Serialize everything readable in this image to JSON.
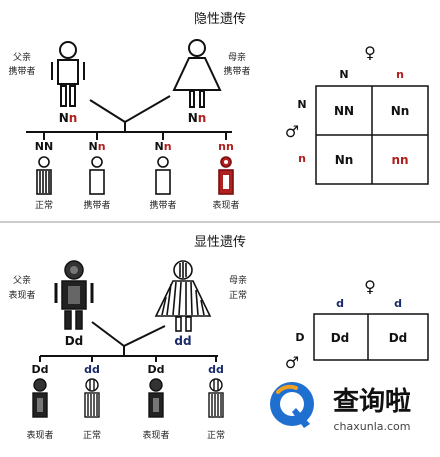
{
  "colors": {
    "black": "#111111",
    "red": "#b02020",
    "navy": "#1a2a6a",
    "dark_red": "#7a1010",
    "watermark_blue": "#1e6fd0",
    "watermark_orange": "#f0a020"
  },
  "recessive": {
    "title": "隐性遗传",
    "father_label": [
      "父亲",
      "携带者"
    ],
    "mother_label": [
      "母亲",
      "携带者"
    ],
    "father_genotype": [
      "N",
      "n"
    ],
    "mother_genotype": [
      "N",
      "n"
    ],
    "children": [
      {
        "genotype": [
          "N",
          "N"
        ],
        "label": "正常"
      },
      {
        "genotype": [
          "N",
          "n"
        ],
        "label": "携带者"
      },
      {
        "genotype": [
          "N",
          "n"
        ],
        "label": "携带者"
      },
      {
        "genotype": [
          "n",
          "n"
        ],
        "label": "表现者"
      }
    ],
    "punnett": {
      "col_headers": [
        "N",
        "n"
      ],
      "row_headers": [
        "N",
        "n"
      ],
      "cells": [
        [
          "NN",
          "Nn"
        ],
        [
          "Nn",
          "nn"
        ]
      ]
    }
  },
  "dominant": {
    "title": "显性遗传",
    "father_label": [
      "父亲",
      "表现者"
    ],
    "mother_label": [
      "母亲",
      "正常"
    ],
    "father_genotype": "Dd",
    "mother_genotype": "dd",
    "children": [
      {
        "genotype": "Dd",
        "label": "表现者"
      },
      {
        "genotype": "dd",
        "label": "正常"
      },
      {
        "genotype": "Dd",
        "label": "表现者"
      },
      {
        "genotype": "dd",
        "label": "正常"
      }
    ],
    "punnett": {
      "col_headers": [
        "d",
        "d"
      ],
      "row_headers": [
        "D"
      ],
      "cells": [
        [
          "Dd",
          "Dd"
        ]
      ]
    }
  },
  "symbols": {
    "female": "♀",
    "male": "♂"
  },
  "watermark": {
    "brand": "查询啦",
    "url": "chaxunla.com"
  }
}
